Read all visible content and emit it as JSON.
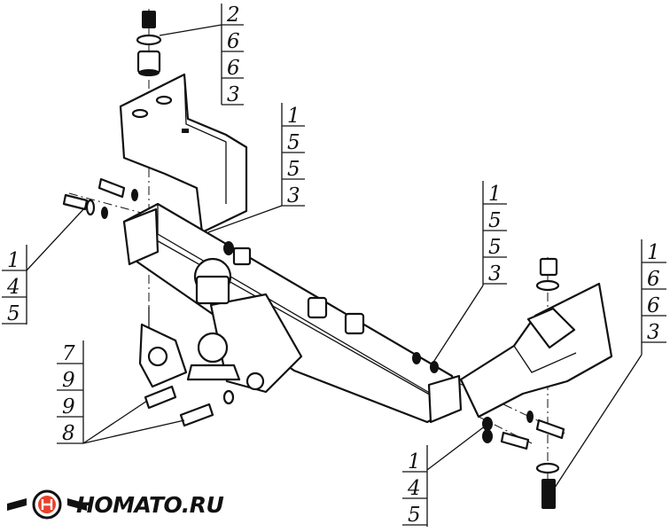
{
  "callouts": [
    {
      "digits": [
        "2",
        "6",
        "6",
        "3"
      ]
    },
    {
      "digits": [
        "1",
        "5",
        "5",
        "3"
      ]
    },
    {
      "digits": [
        "1",
        "4",
        "5"
      ]
    },
    {
      "digits": [
        "1",
        "5",
        "5",
        "3"
      ]
    },
    {
      "digits": [
        "1",
        "6",
        "6",
        "3"
      ]
    },
    {
      "digits": [
        "7",
        "9",
        "9",
        "8"
      ]
    },
    {
      "digits": [
        "1",
        "4",
        "5"
      ]
    }
  ],
  "logo": {
    "text": "HOMATO.RU",
    "accent_color": "#e8412c"
  }
}
